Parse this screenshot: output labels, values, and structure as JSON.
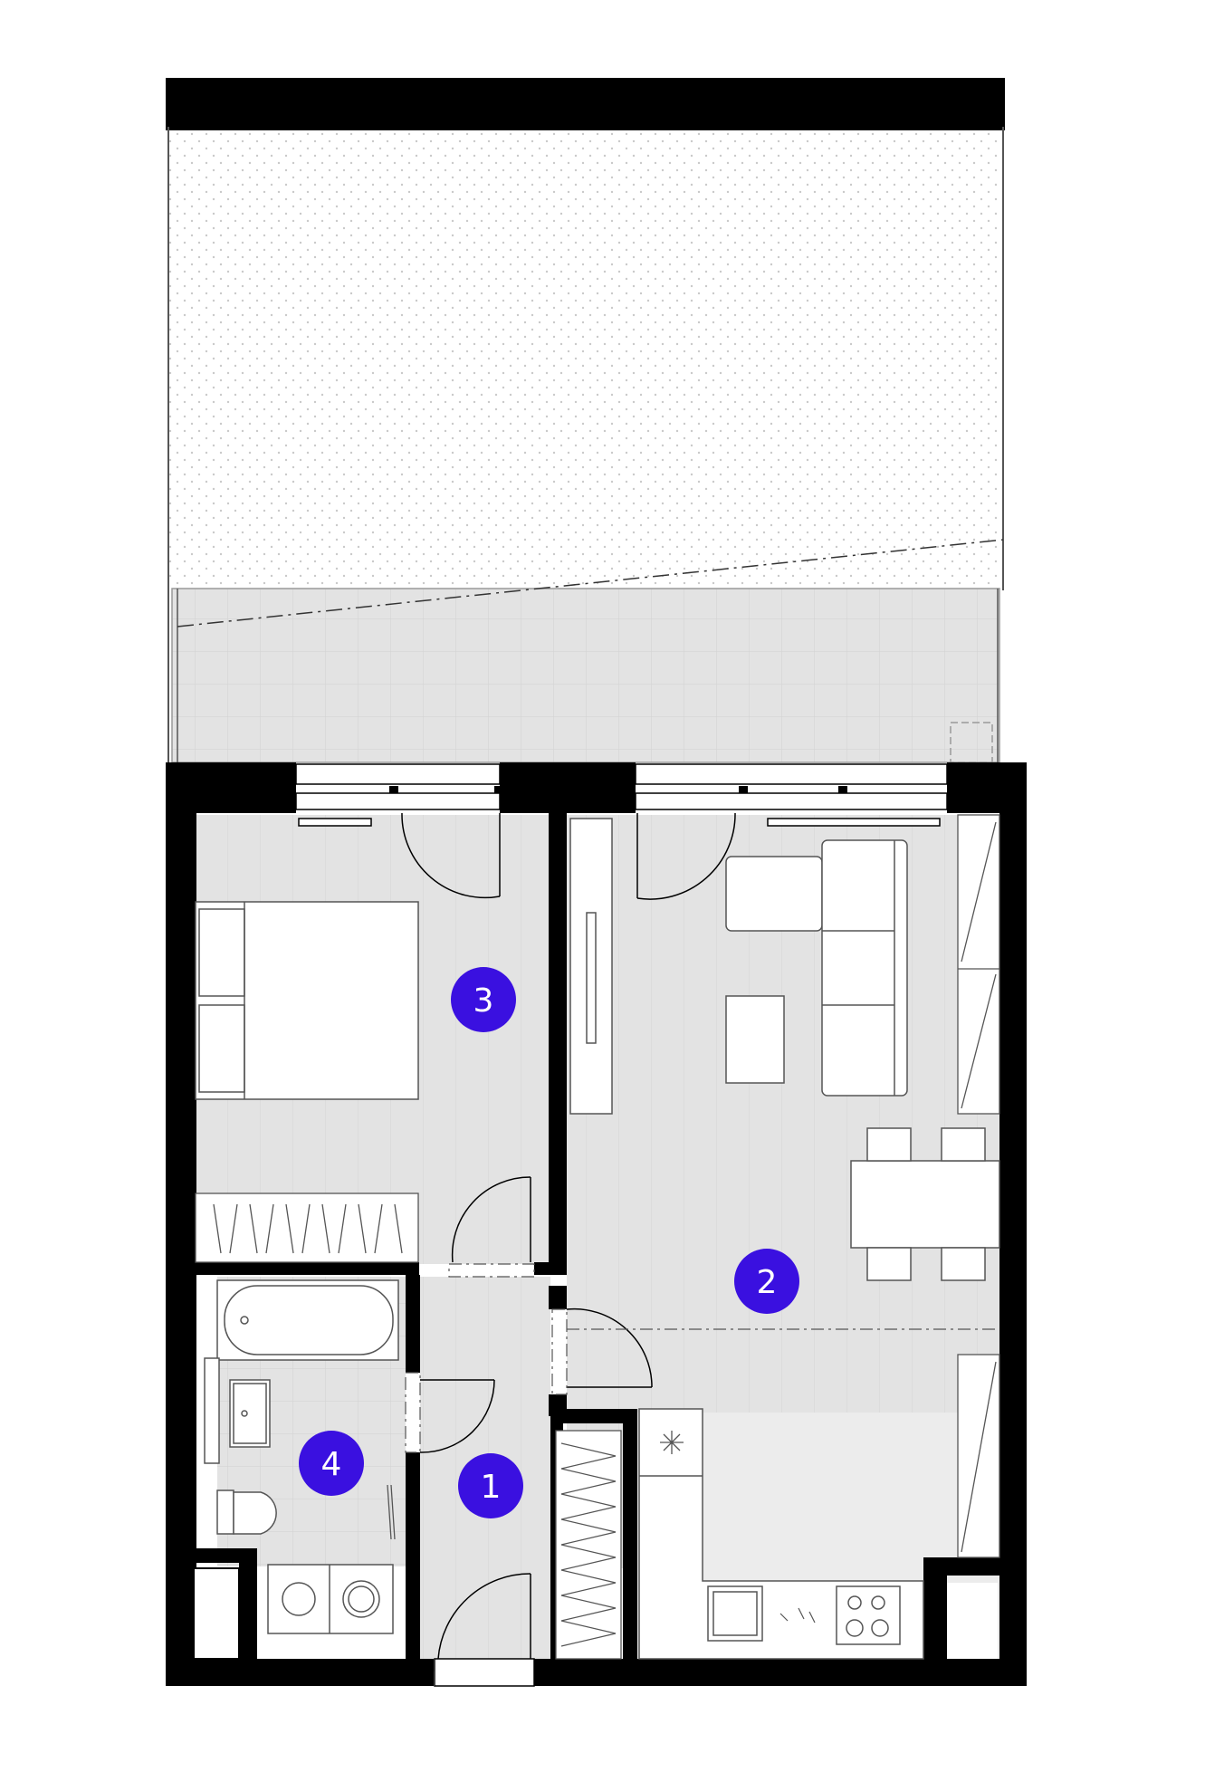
{
  "colors": {
    "wall": "#000000",
    "floor": "#e3e3e3",
    "terrace": "#f4f4f4",
    "marker": "#3a10e0",
    "marker_text": "#ffffff",
    "furniture_stroke": "#555555"
  },
  "rooms": [
    {
      "number": "1"
    },
    {
      "number": "2"
    },
    {
      "number": "3"
    },
    {
      "number": "4"
    }
  ]
}
